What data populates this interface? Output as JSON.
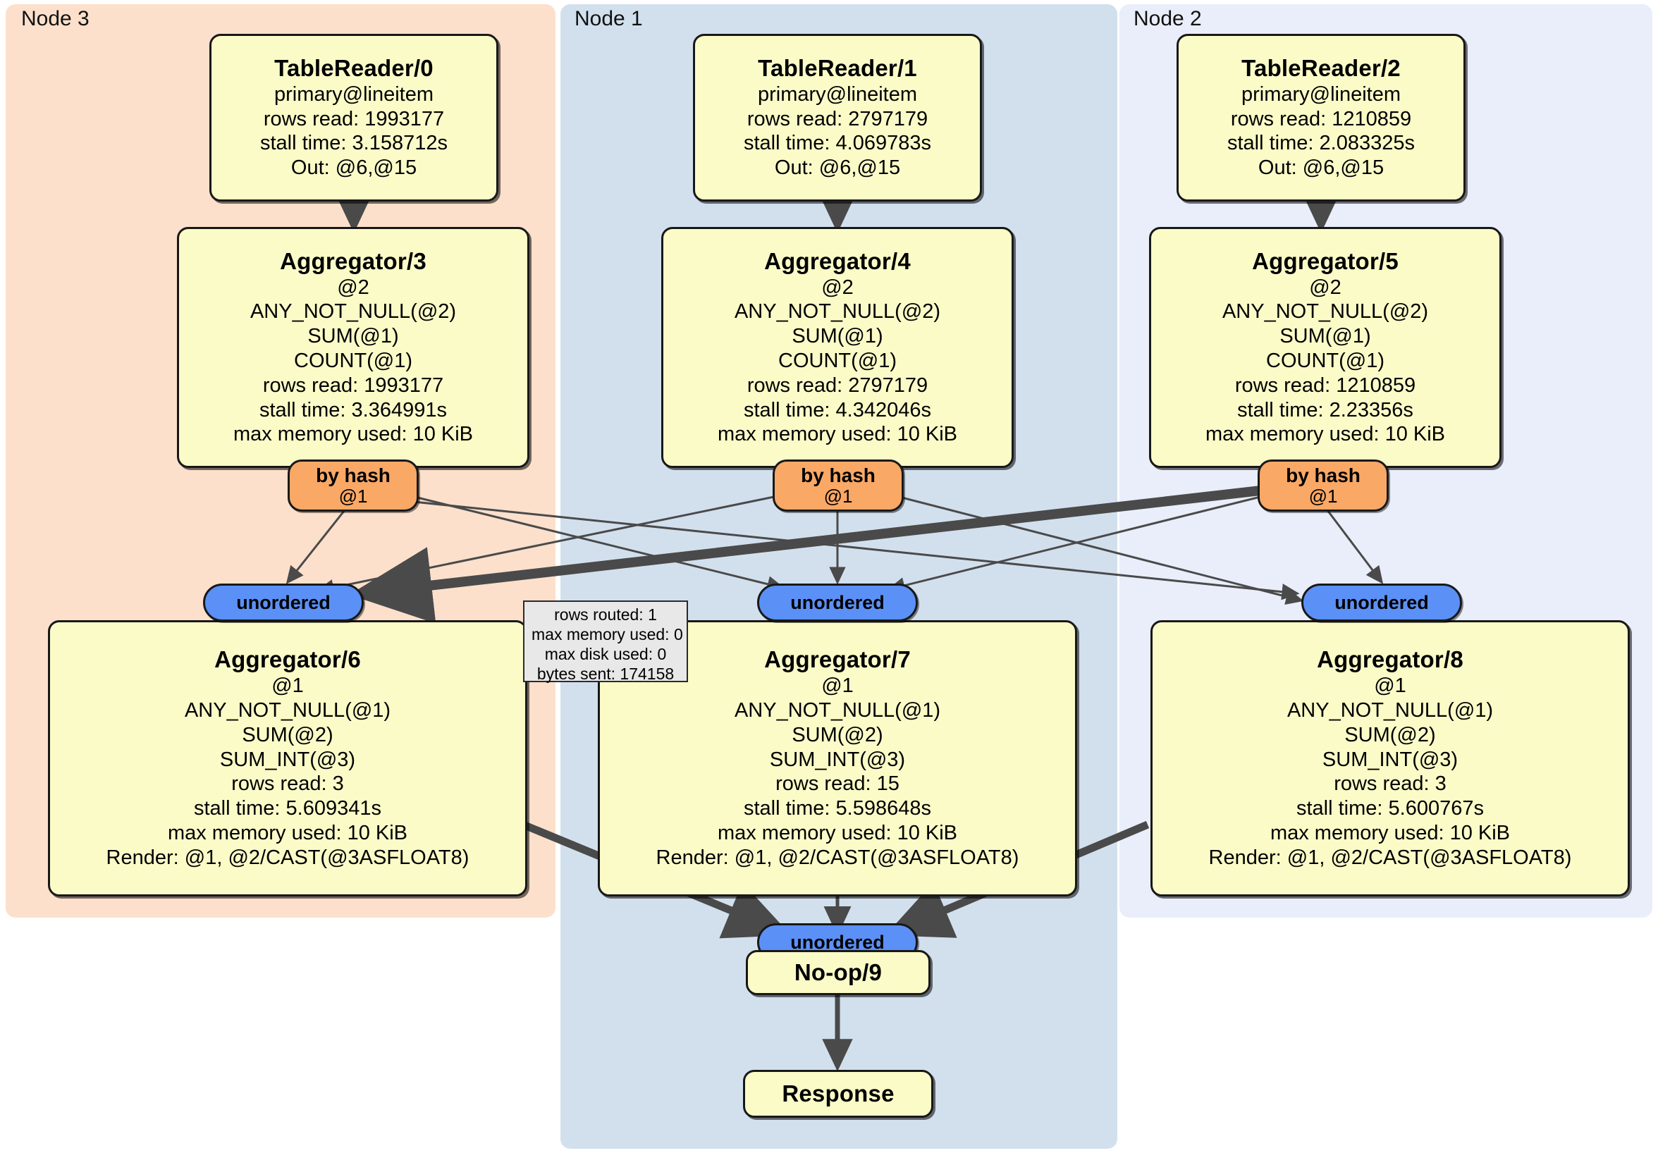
{
  "diagram": {
    "kind": "distsql-execution-plan",
    "colors": {
      "cluster_node3": "#fce0cc",
      "cluster_node1": "#d2e0ee",
      "cluster_node2": "#e9eefa",
      "processor_fill": "#fbfbc8",
      "hash_router_fill": "#f9a866",
      "synchronizer_fill": "#5b90f6",
      "edge": "#4a4a4a",
      "outline": "#181818",
      "statbox_fill": "#e8e8e8"
    }
  },
  "clusters": [
    {
      "label": "Node 3"
    },
    {
      "label": "Node 1"
    },
    {
      "label": "Node 2"
    }
  ],
  "processors": {
    "table_reader_0": {
      "title": "TableReader/0",
      "lines": [
        "primary@lineitem",
        "rows read: 1993177",
        "stall time: 3.158712s",
        "Out: @6,@15"
      ]
    },
    "table_reader_1": {
      "title": "TableReader/1",
      "lines": [
        "primary@lineitem",
        "rows read: 2797179",
        "stall time: 4.069783s",
        "Out: @6,@15"
      ]
    },
    "table_reader_2": {
      "title": "TableReader/2",
      "lines": [
        "primary@lineitem",
        "rows read: 1210859",
        "stall time: 2.083325s",
        "Out: @6,@15"
      ]
    },
    "aggregator_3": {
      "title": "Aggregator/3",
      "lines": [
        "@2",
        "ANY_NOT_NULL(@2)",
        "SUM(@1)",
        "COUNT(@1)",
        "rows read: 1993177",
        "stall time: 3.364991s",
        "max memory used: 10 KiB"
      ]
    },
    "aggregator_4": {
      "title": "Aggregator/4",
      "lines": [
        "@2",
        "ANY_NOT_NULL(@2)",
        "SUM(@1)",
        "COUNT(@1)",
        "rows read: 2797179",
        "stall time: 4.342046s",
        "max memory used: 10 KiB"
      ]
    },
    "aggregator_5": {
      "title": "Aggregator/5",
      "lines": [
        "@2",
        "ANY_NOT_NULL(@2)",
        "SUM(@1)",
        "COUNT(@1)",
        "rows read: 1210859",
        "stall time: 2.23356s",
        "max memory used: 10 KiB"
      ]
    },
    "aggregator_6": {
      "title": "Aggregator/6",
      "lines": [
        "@1",
        "ANY_NOT_NULL(@1)",
        "SUM(@2)",
        "SUM_INT(@3)",
        "rows read: 3",
        "stall time: 5.609341s",
        "max memory used: 10 KiB",
        "Render: @1, @2/CAST(@3ASFLOAT8)"
      ]
    },
    "aggregator_7": {
      "title": "Aggregator/7",
      "lines": [
        "@1",
        "ANY_NOT_NULL(@1)",
        "SUM(@2)",
        "SUM_INT(@3)",
        "rows read: 15",
        "stall time: 5.598648s",
        "max memory used: 10 KiB",
        "Render: @1, @2/CAST(@3ASFLOAT8)"
      ]
    },
    "aggregator_8": {
      "title": "Aggregator/8",
      "lines": [
        "@1",
        "ANY_NOT_NULL(@1)",
        "SUM(@2)",
        "SUM_INT(@3)",
        "rows read: 3",
        "stall time: 5.600767s",
        "max memory used: 10 KiB",
        "Render: @1, @2/CAST(@3ASFLOAT8)"
      ]
    },
    "noop_9": {
      "title": "No-op/9",
      "lines": []
    },
    "response": {
      "title": "Response",
      "lines": []
    }
  },
  "routers": {
    "hash_left": {
      "type_label": "by hash",
      "column": "@1"
    },
    "hash_center": {
      "type_label": "by hash",
      "column": "@1"
    },
    "hash_right": {
      "type_label": "by hash",
      "column": "@1"
    }
  },
  "synchronizers": {
    "sync_left": {
      "label": "unordered"
    },
    "sync_center": {
      "label": "unordered"
    },
    "sync_right": {
      "label": "unordered"
    },
    "sync_final": {
      "label": "unordered"
    }
  },
  "stream_stats": {
    "lines": [
      "rows routed: 1",
      "max memory used: 0",
      "max disk used: 0",
      "bytes sent: 174158"
    ]
  }
}
